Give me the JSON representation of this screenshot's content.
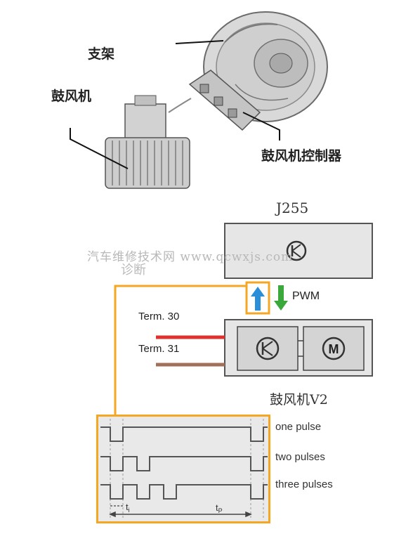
{
  "labels": {
    "bracket": "支架",
    "blower": "鼓风机",
    "blower_controller": "鼓风机控制器",
    "module_id": "J255",
    "diagnosis": "诊断",
    "pwm": "PWM",
    "term30": "Term. 30",
    "term31": "Term. 31",
    "blower_v2": "鼓风机V2"
  },
  "watermark": "汽车维修技术网 www.qcwxjs.com",
  "waveforms": [
    {
      "label": "one pulse",
      "pulses": 1
    },
    {
      "label": "two pulses",
      "pulses": 2
    },
    {
      "label": "three pulses",
      "pulses": 3
    }
  ],
  "timing": {
    "ti": "t",
    "ti_sub": "i",
    "tp": "t",
    "tp_sub": "P"
  },
  "colors": {
    "orange": "#f5a623",
    "term30": "#e03131",
    "term31": "#a0705a",
    "arrow_up": "#2a8fd8",
    "arrow_down": "#3aa83a",
    "box_fill": "#e6e6e6",
    "wave_bg": "#e9e9e9"
  }
}
